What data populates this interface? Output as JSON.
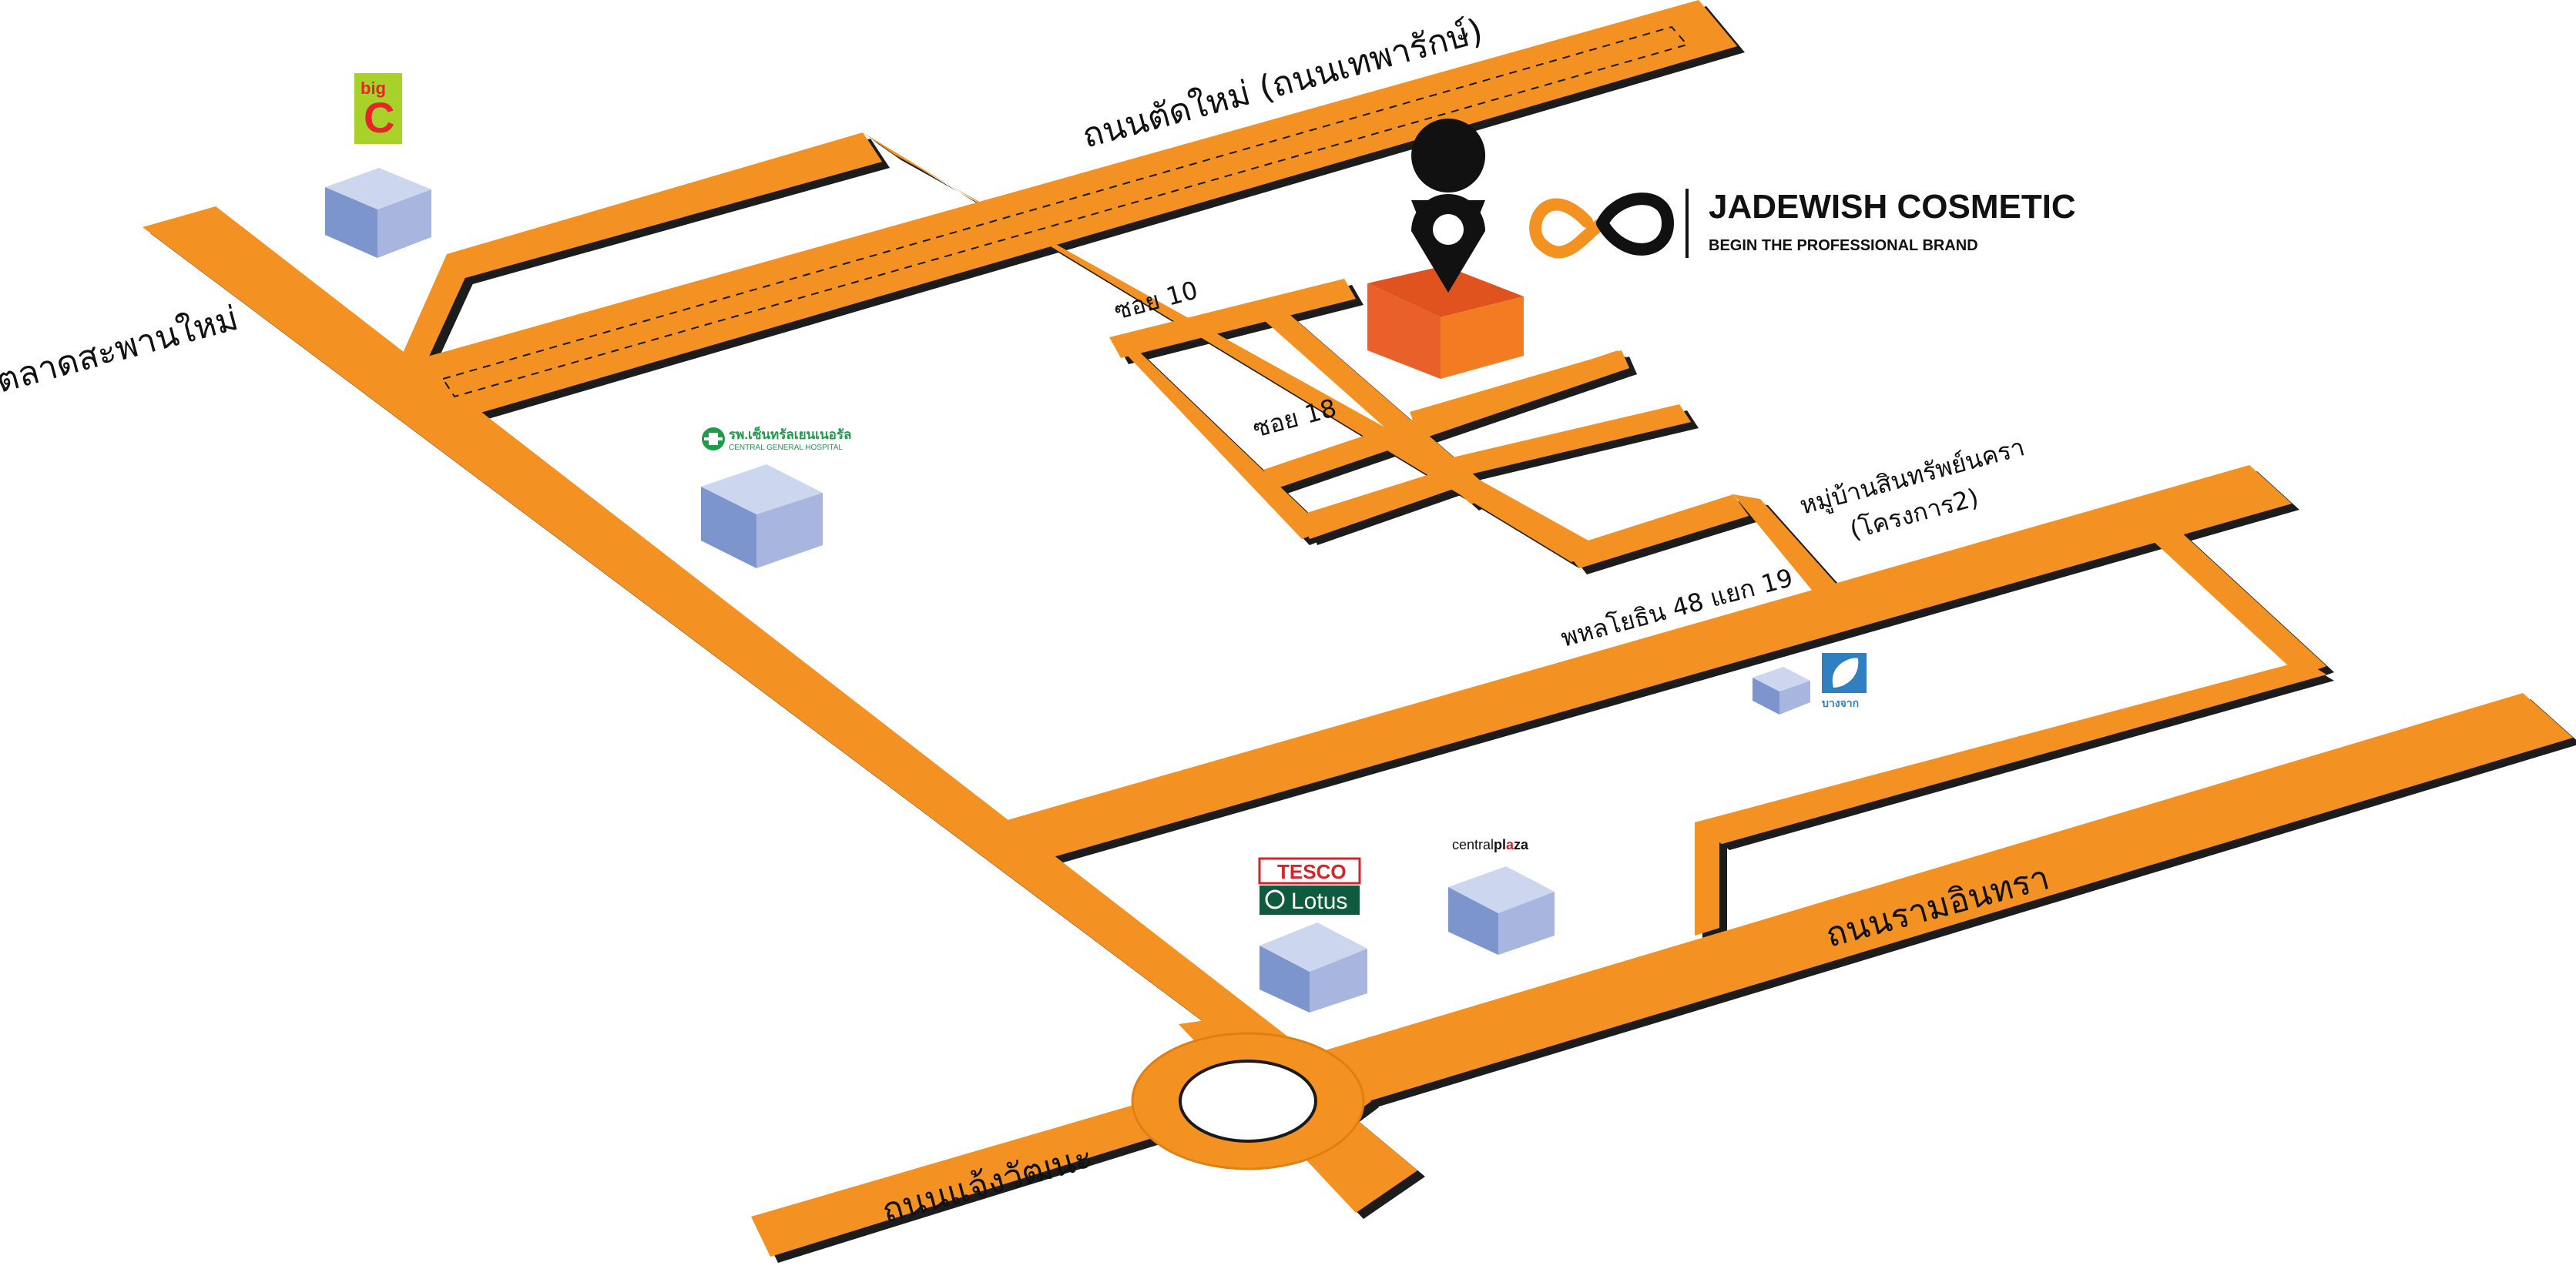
{
  "brand": {
    "name": "JADEWISH COSMETIC",
    "tagline": "BEGIN THE PROFESSIONAL BRAND"
  },
  "roads": {
    "talat_saphan_mai": "ตลาดสะพานใหม่",
    "new_cut_road": "ถนนตัดใหม่ (ถนนเทพารักษ์)",
    "soi_10": "ซอย 10",
    "soi_18": "ซอย 18",
    "village": "หมู่บ้านสินทรัพย์นครา",
    "village_phase": "(โครงการ2)",
    "phahon_48_19": "พหลโยธิน 48 แยก 19",
    "ram_intra": "ถนนรามอินทรา",
    "chaeng_watthana": "ถนนแจ้งวัฒนะ"
  },
  "landmarks": {
    "bigc": {
      "line1": "big",
      "line2": "C"
    },
    "hospital": {
      "thai": "รพ.เซ็นทรัลเยนเนอรัล",
      "english": "CENTRAL GENERAL HOSPITAL"
    },
    "bangchak": {
      "label": "บางจาก"
    },
    "tesco": {
      "line1": "TESCO",
      "line2": "Lotus"
    },
    "centralplaza": {
      "part1": "central",
      "part2": "pl",
      "part3": "a",
      "part4": "za"
    }
  },
  "icons": {
    "pin": "location-pin-icon",
    "brand_logo": "infinity-logo-icon"
  },
  "colors": {
    "road": "#f39220",
    "road_shadow": "#1a1a1a",
    "destination_top": "#e0531f",
    "destination_side": "#f37b22",
    "building_top": "#cdd6ef",
    "building_left": "#7d95cd",
    "building_right": "#a7b5df",
    "bigc_bg": "#a8d22a",
    "bigc_text": "#e8232a",
    "hospital_green": "#1e9b4b",
    "bangchak_blue": "#2f7fc1",
    "tesco_red": "#d4232b",
    "tesco_green": "#0f5b3f",
    "plaza_red": "#d4232b"
  }
}
